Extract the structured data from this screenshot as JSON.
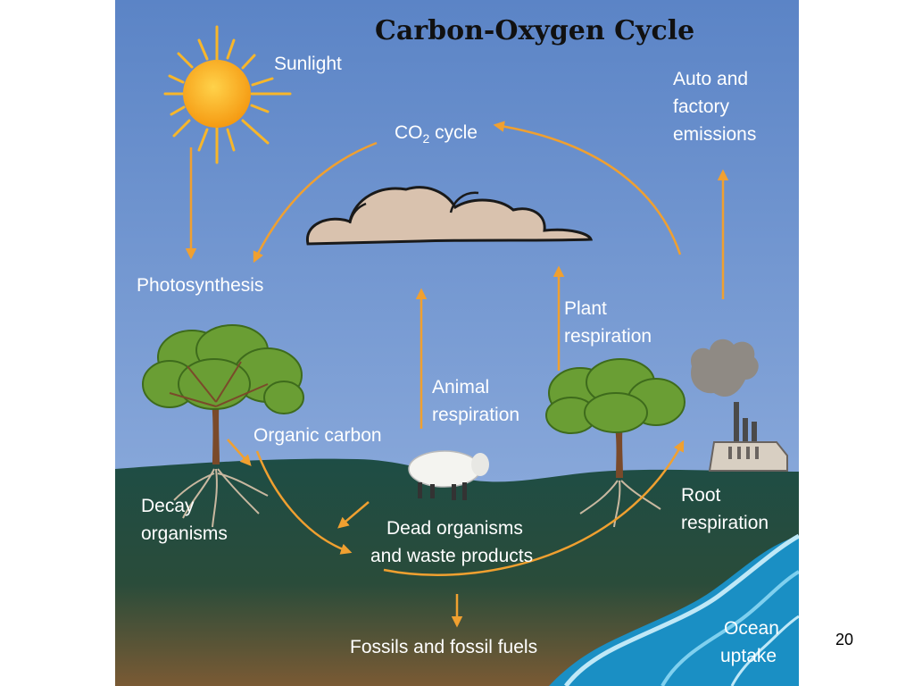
{
  "title": "Carbon-Oxygen Cycle",
  "page_number": "20",
  "labels": {
    "sunlight": "Sunlight",
    "co2_prefix": "CO",
    "co2_sub": "2",
    "co2_suffix": " cycle",
    "auto_line1": "Auto  and",
    "auto_line2": "factory",
    "auto_line3": "emissions",
    "photosynthesis": "Photosynthesis",
    "plant_line1": "Plant",
    "plant_line2": "respiration",
    "animal_line1": "Animal",
    "animal_line2": "respiration",
    "organic_carbon": "Organic  carbon",
    "decay_line1": "Decay",
    "decay_line2": "organisms",
    "dead_line1": "Dead  organisms",
    "dead_line2": "and  waste  products",
    "root_line1": "Root",
    "root_line2": "respiration",
    "fossils": "Fossils  and  fossil  fuels",
    "ocean_line1": "Ocean",
    "ocean_line2": "uptake"
  },
  "colors": {
    "sky_top": "#5b84c6",
    "sky_bottom": "#9ab6e2",
    "ground_top": "#1e4d45",
    "ground_bottom": "#7a5a34",
    "arrow": "#f0a030",
    "sun": "#f7a81b",
    "cloud": "#d9c2ae",
    "ocean": "#1a8fc4",
    "foliage": "#6a9e34",
    "trunk": "#7a4a2a"
  }
}
